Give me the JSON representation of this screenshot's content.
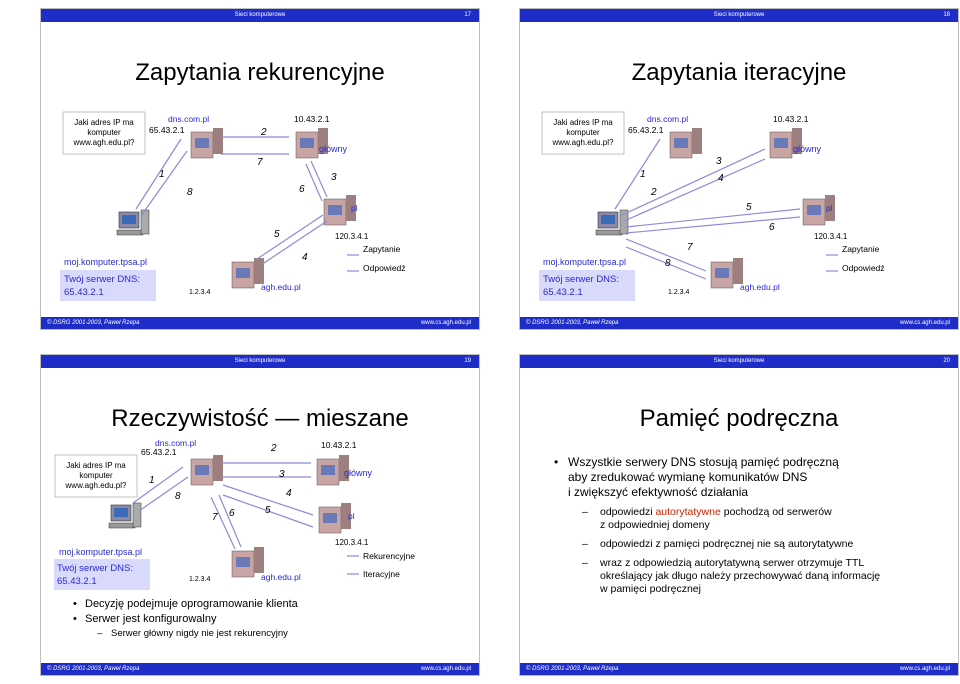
{
  "common": {
    "course": "Sieci komputerowe",
    "copyright": "© DSRG 2001-2003, Paweł Rzepa",
    "url": "www.cs.agh.edu.pl"
  },
  "net": {
    "question": [
      "Jaki adres IP ma",
      "komputer",
      "www.agh.edu.pl?"
    ],
    "host": "moj.komputer.tpsa.pl",
    "local_dns_label": "Twój serwer DNS:",
    "local_dns_ip": "65.43.2.1",
    "client_ip": "1.2.3.4",
    "dns_com": "dns.com.pl",
    "dns_com_ip": "65.43.2.1",
    "root_ip": "10.43.2.1",
    "root_label": "główny",
    "pl_label": "pl",
    "pl_ip": "120.3.4.1",
    "agh_label": "agh.edu.pl"
  },
  "slides": [
    {
      "number": "17",
      "title": "Zapytania rekurencyjne",
      "steps": [
        "1",
        "2",
        "3",
        "4",
        "5",
        "6",
        "7",
        "8"
      ],
      "legend": [
        "Zapytanie",
        "Odpowiedź"
      ]
    },
    {
      "number": "18",
      "title": "Zapytania iteracyjne",
      "steps": [
        "1",
        "2",
        "3",
        "4",
        "5",
        "6",
        "7",
        "8"
      ],
      "legend": [
        "Zapytanie",
        "Odpowiedź"
      ]
    },
    {
      "number": "19",
      "title": "Rzeczywistość — mieszane",
      "steps": [
        "1",
        "2",
        "3",
        "4",
        "5",
        "6",
        "7",
        "8"
      ],
      "legend": [
        "Rekurencyjne",
        "Iteracyjne"
      ],
      "bullets": [
        "Decyzję podejmuje oprogramowanie klienta",
        "Serwer jest konfigurowalny"
      ],
      "sub": "Serwer główny nigdy nie jest rekurencyjny"
    },
    {
      "number": "20",
      "title": "Pamięć podręczna",
      "bullet": [
        "Wszystkie serwery DNS stosują pamięć podręczną",
        "aby zredukować wymianę komunikatów DNS",
        "i zwiększyć efektywność działania"
      ],
      "subs": [
        {
          "pre": "odpowiedzi ",
          "red": "autorytatywne",
          "post": " pochodzą od serwerów",
          "line2": "z odpowiedniej domeny"
        },
        {
          "pre": "odpowiedzi z pamięci podręcznej nie są autorytatywne",
          "red": "",
          "post": "",
          "line2": ""
        },
        {
          "pre": "wraz z odpowiedzią autorytatywną serwer otrzymuje TTL",
          "red": "",
          "post": "",
          "line2": "określający jak długo należy przechowywać daną informację",
          "line3": "w pamięci podręcznej"
        }
      ]
    }
  ],
  "colors": {
    "bar": "#1e2cc8",
    "panel": "#d9d9fb",
    "link": "#2a2ad0",
    "accent": "#cc2200"
  }
}
